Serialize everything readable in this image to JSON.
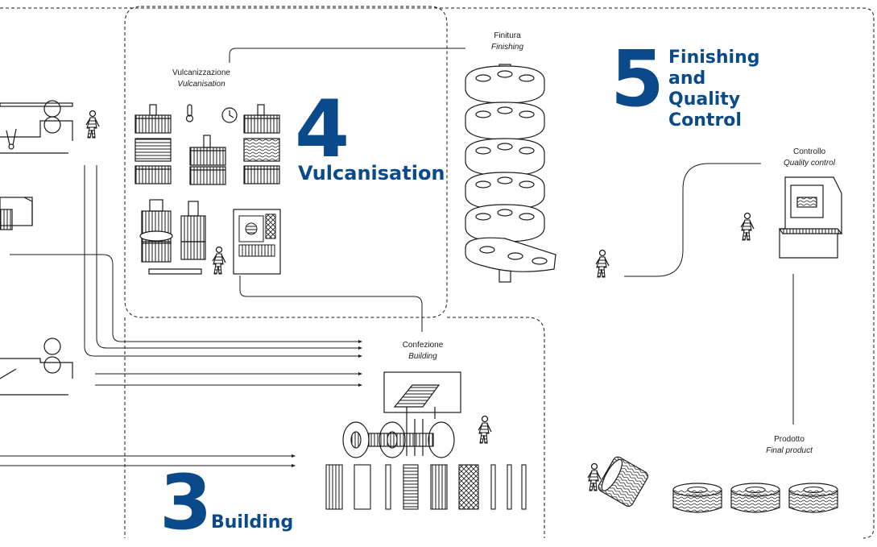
{
  "colors": {
    "accent": "#0a4a8a",
    "ink": "#1a1a1a"
  },
  "stages": {
    "vulcanisation": {
      "number": "4",
      "title": "Vulcanisation"
    },
    "finishing": {
      "number": "5",
      "title_lines": [
        "Finishing",
        "and",
        "Quality",
        "Control"
      ]
    },
    "building": {
      "number": "3",
      "title": "Building"
    }
  },
  "labels": {
    "vulcanizzazione": {
      "it": "Vulcanizzazione",
      "en": "Vulcanisation"
    },
    "finitura": {
      "it": "Finitura",
      "en": "Finishing"
    },
    "controllo": {
      "it": "Controllo",
      "en": "Quality control"
    },
    "confezione": {
      "it": "Confezione",
      "en": "Building"
    },
    "prodotto": {
      "it": "Prodotto",
      "en": "Final product"
    }
  },
  "icons": [
    "person-icon",
    "thermometer-icon",
    "clock-icon",
    "scissors-icon",
    "monitor-icon",
    "tyre-icon"
  ]
}
